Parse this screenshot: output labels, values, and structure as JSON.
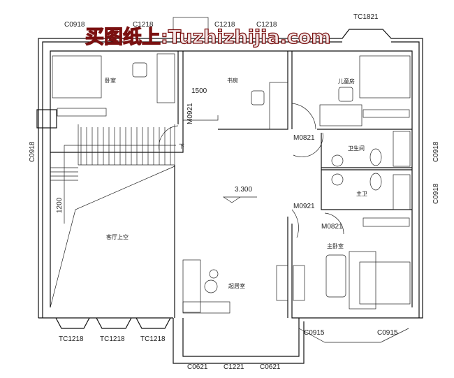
{
  "watermark": "买图纸上:Tuzhizhijia.com",
  "rooms": {
    "bedroom": "卧室",
    "study": "书房",
    "children_room": "儿童房",
    "bathroom": "卫生间",
    "master_bath": "主卫",
    "living_void": "客厅上空",
    "family_room": "起居室",
    "master_bedroom": "主卧室"
  },
  "windows": {
    "top_left": "C0918",
    "top_c2": "C1218",
    "top_c3": "C1218",
    "top_c4": "C1218",
    "top_right": "TC1821",
    "left": "C0918",
    "right_upper": "C0918",
    "right_lower": "C0918",
    "bay1": "TC1218",
    "bay2": "TC1218",
    "bay3": "TC1218",
    "bottom_left": "C0621",
    "bottom_mid": "C1221",
    "bottom_right": "C0621",
    "master_left": "C0915",
    "master_right": "C0915"
  },
  "doors": {
    "bedroom": "M0921",
    "bath": "M0821",
    "master_bedroom": "M0921",
    "master_bath": "M0821"
  },
  "dimensions": {
    "corridor": "1500",
    "stair": "1200",
    "elevation": "3.300"
  },
  "stair_label": "下"
}
